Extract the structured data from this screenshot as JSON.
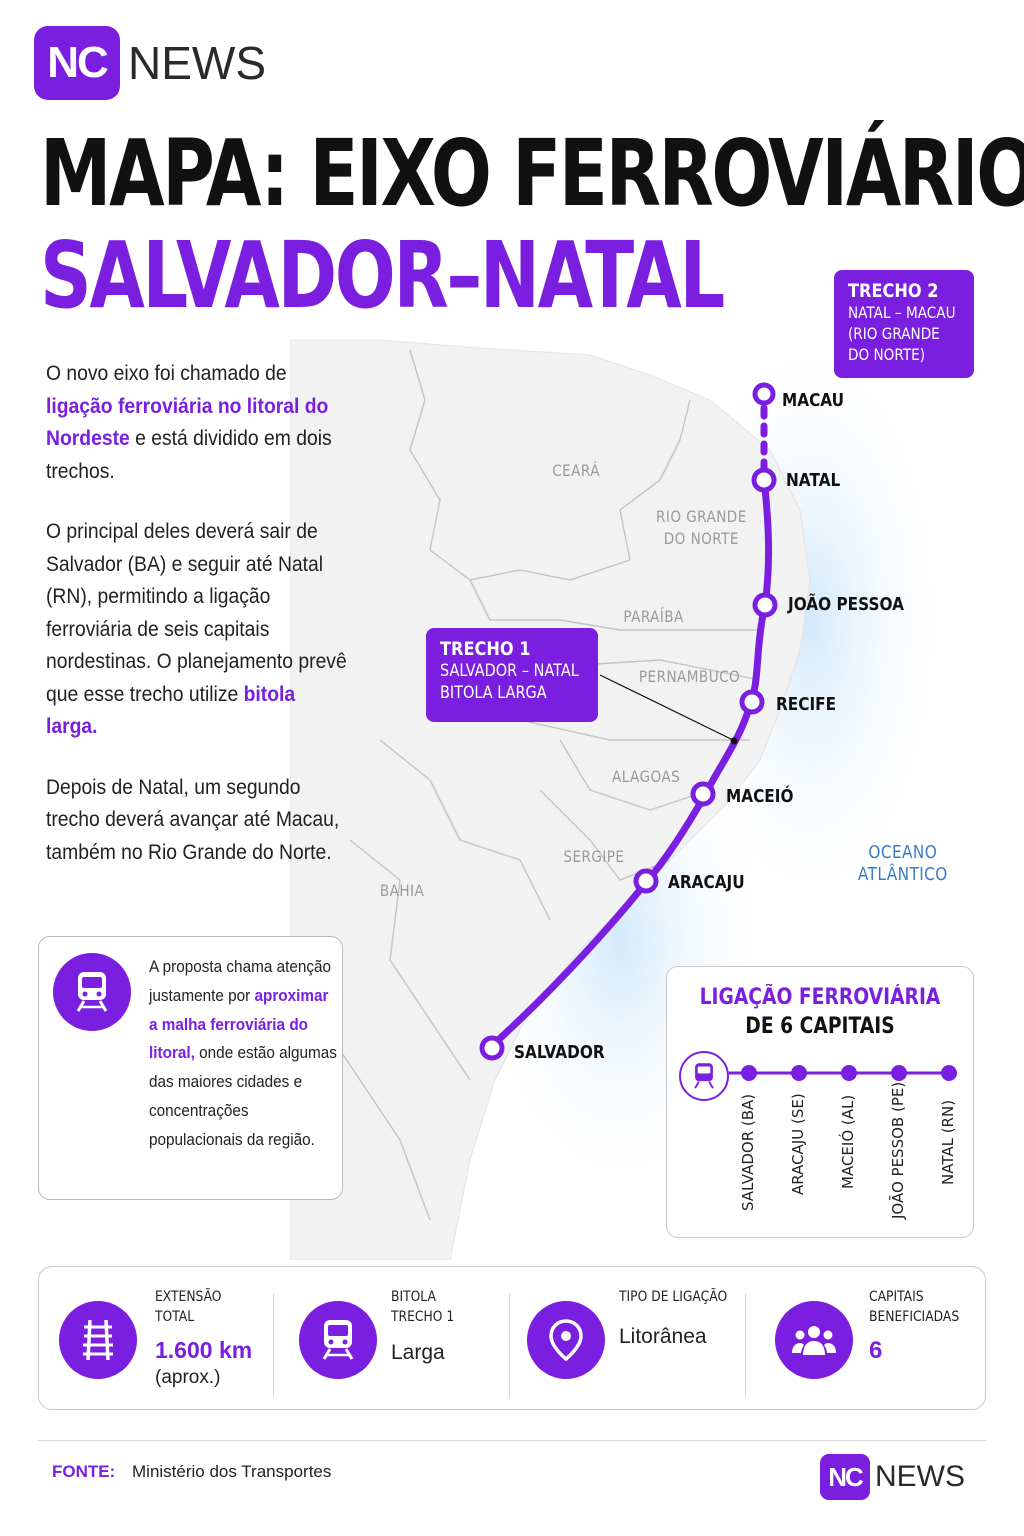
{
  "brand": {
    "badge": "NC",
    "name": "NEWS"
  },
  "title": {
    "line1": "MAPA: EIXO FERROVIÁRIO",
    "line2": "SALVADOR–NATAL"
  },
  "intro": {
    "p1_a": "O novo eixo foi chamado de ",
    "p1_b": "ligação ferroviária no litoral do Nordeste",
    "p1_c": " e está dividido em dois trechos.",
    "p2_a": "O principal deles deverá sair de Salvador (BA) e seguir até Natal (RN), permitindo a ligação ferroviária de seis capitais nordestinas. O planejamento prevê que esse trecho utilize ",
    "p2_b": "bitola larga.",
    "p3": "Depois de Natal, um segundo trecho deverá avançar até Macau, também no Rio Grande do Norte."
  },
  "callout": {
    "a": "A proposta chama atenção justamente por ",
    "b": "aproximar a malha ferroviária do litoral,",
    "c": " onde estão algumas das maiores cidades e concentrações populacionais da região.",
    "icon": "train-icon"
  },
  "map": {
    "states": {
      "ceara": "CEARÁ",
      "rn_1": "RIO GRANDE",
      "rn_2": "DO NORTE",
      "paraiba": "PARAÍBA",
      "pernambuco": "PERNAMBUCO",
      "alagoas": "ALAGOAS",
      "sergipe": "SERGIPE",
      "bahia": "BAHIA"
    },
    "ocean_1": "OCEANO",
    "ocean_2": "ATLÂNTICO",
    "cities": {
      "macau": "MACAU",
      "natal": "NATAL",
      "joao_pessoa": "JOÃO PESSOA",
      "recife": "RECIFE",
      "maceio": "MACEIÓ",
      "aracaju": "ARACAJU",
      "salvador": "SALVADOR"
    },
    "route_color": "#7a1fe0",
    "land_color": "#f2f2f2",
    "sea_color": "#d6ecfb"
  },
  "trecho1": {
    "title": "TRECHO 1",
    "route": "SALVADOR – NATAL",
    "gauge": "BITOLA LARGA"
  },
  "trecho2": {
    "title": "TRECHO 2",
    "route": "NATAL – MACAU",
    "state_1": "(RIO GRANDE",
    "state_2": "DO NORTE)"
  },
  "capitais": {
    "title_1": "LIGAÇÃO FERROVIÁRIA",
    "title_2": "DE 6 CAPITAIS",
    "cities": [
      "SALVADOR (BA)",
      "ARACAJU (SE)",
      "MACEIÓ (AL)",
      "JOÃO PESSOB (PE)",
      "NATAL (RN)"
    ],
    "icon": "train-icon"
  },
  "stats": [
    {
      "label_1": "EXTENSÃO",
      "label_2": "TOTAL",
      "value": "1.600 km",
      "note": "(aprox.)",
      "icon": "railway-track-icon"
    },
    {
      "label_1": "BITOLA",
      "label_2": "TRECHO 1",
      "value": "Larga",
      "icon": "train-icon"
    },
    {
      "label_1": "TIPO DE LIGAÇÃO",
      "value": "Litorânea",
      "icon": "location-pin-icon"
    },
    {
      "label_1": "CAPITAIS",
      "label_2": "BENEFICIADAS",
      "value": "6",
      "icon": "people-icon"
    }
  ],
  "footer": {
    "source_label": "FONTE:",
    "source": "Ministério dos Transportes"
  }
}
